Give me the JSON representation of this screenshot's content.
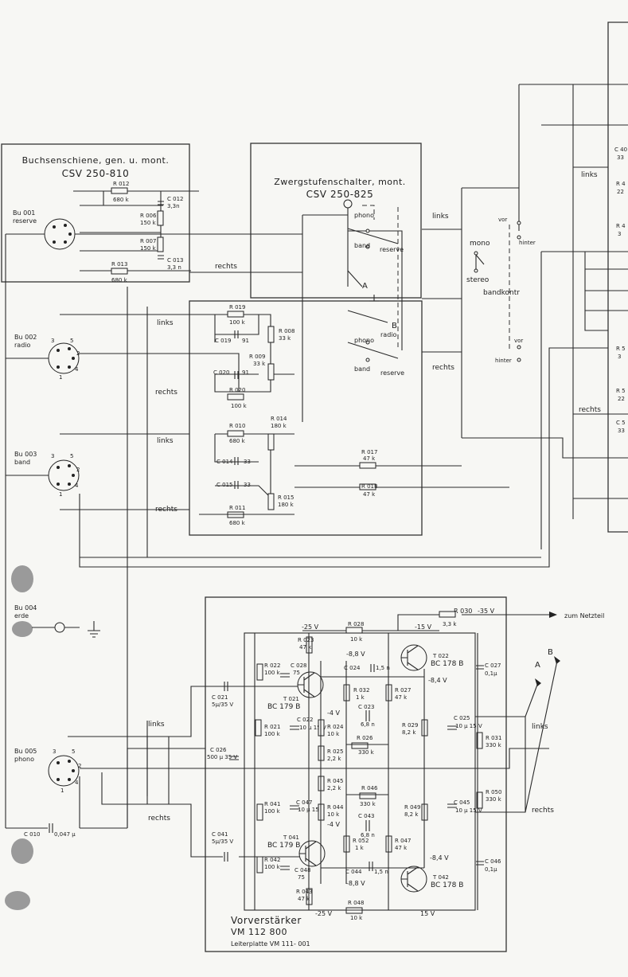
{
  "modules": {
    "buchsenschiene": {
      "title": "Buchsenschiene, gen. u. mont.",
      "code": "CSV 250-810"
    },
    "zwergstufenschalter": {
      "title": "Zwergstufenschalter, mont.",
      "code": "CSV 250-825"
    },
    "vorverstaerker": {
      "title": "Vorverstärker",
      "code": "VM 112  800",
      "board": "Leiterplatte VM 111- 001"
    }
  },
  "sockets": {
    "bu001": {
      "name": "Bu 001",
      "label": "reserve"
    },
    "bu002": {
      "name": "Bu 002",
      "label": "radio"
    },
    "bu003": {
      "name": "Bu 003",
      "label": "band"
    },
    "bu004": {
      "name": "Bu 004",
      "label": "erde"
    },
    "bu005": {
      "name": "Bu 005",
      "label": "phono"
    }
  },
  "switch_labels": {
    "phono": "phono",
    "band": "band",
    "reserve": "reserve",
    "radio": "radio",
    "mono": "mono",
    "stereo": "stereo",
    "bandkontr": "bandkontr",
    "vor": "vor",
    "hinter": "hinter",
    "A": "A",
    "B": "B"
  },
  "channel_labels": {
    "links": "links",
    "rechts": "rechts"
  },
  "supply": {
    "minus35": "-35 V",
    "to_psu": "zum Netzteil",
    "minus25": "-25 V",
    "minus15": "-15 V",
    "v15": "15 V"
  },
  "components": {
    "r012": [
      "R 012",
      "680 k"
    ],
    "c012": [
      "C 012",
      "3,3n"
    ],
    "r006": [
      "R 006",
      "150 k"
    ],
    "r007": [
      "R 007",
      "150 k"
    ],
    "c013": [
      "C 013",
      "3,3 n"
    ],
    "r013": [
      "R 013",
      "680 k"
    ],
    "r019": [
      "R 019",
      "100 k"
    ],
    "c019": [
      "C 019",
      "91"
    ],
    "r008": [
      "R 008",
      "33 k"
    ],
    "r009": [
      "R 009",
      "33 k"
    ],
    "c020": [
      "C 020",
      "91"
    ],
    "r020": [
      "R 020",
      "100 k"
    ],
    "r010": [
      "R 010",
      "680 k"
    ],
    "r014": [
      "R 014",
      "180 k"
    ],
    "c014": [
      "C 014",
      "33"
    ],
    "c015": [
      "C 015",
      "33"
    ],
    "r015": [
      "R 015",
      "180 k"
    ],
    "r011": [
      "R 011",
      "680 k"
    ],
    "r017": [
      "R 017",
      "47 k"
    ],
    "r018": [
      "R 018",
      "47 k"
    ],
    "r028": [
      "R 028",
      "10 k"
    ],
    "r030": [
      "R 030",
      "3,3 k"
    ],
    "r023": [
      "R 023",
      "47 k"
    ],
    "r022": [
      "R 022",
      "100 k"
    ],
    "c028": [
      "C 028",
      "75"
    ],
    "c024": [
      "C 024",
      "1,5 n"
    ],
    "c027": [
      "C 027",
      "0,1µ"
    ],
    "r032": [
      "R 032",
      "1 k"
    ],
    "r027": [
      "R 027",
      "47 k"
    ],
    "c023": [
      "C 023",
      "6,8 n"
    ],
    "c021": [
      "C 021",
      "5µ/35 V"
    ],
    "r021": [
      "R 021",
      "100 k"
    ],
    "c022": [
      "C 022",
      "10 µ 15 V"
    ],
    "r024": [
      "R 024",
      "10 k"
    ],
    "r026": [
      "R 026",
      "330 k"
    ],
    "r029": [
      "R 029",
      "8,2 k"
    ],
    "c025": [
      "C 025",
      "10 µ 15 V"
    ],
    "r031": [
      "R 031",
      "330 k"
    ],
    "r025": [
      "R 025",
      "2,2 k"
    ],
    "c026": [
      "C 026",
      "500 µ 35 V"
    ],
    "r045": [
      "R 045",
      "2,2 k"
    ],
    "r046": [
      "R 046",
      "330 k"
    ],
    "r041": [
      "R 041",
      "100 k"
    ],
    "c047": [
      "C 047",
      "10 µ 15 V"
    ],
    "r044": [
      "R 044",
      "10 k"
    ],
    "c043": [
      "C 043",
      "6,8 n"
    ],
    "r049": [
      "R 049",
      "8,2 k"
    ],
    "c045": [
      "C 045",
      "10 µ 15 V"
    ],
    "r050": [
      "R 050",
      "330 k"
    ],
    "c041": [
      "C 041",
      "5µ/35 V"
    ],
    "r052": [
      "R 052",
      "1 k"
    ],
    "r047": [
      "R 047",
      "47 k"
    ],
    "r042": [
      "R 042",
      "100 k"
    ],
    "c048": [
      "C 048",
      "75"
    ],
    "c044": [
      "C 044",
      "1,5 n"
    ],
    "c046": [
      "C 046",
      "0,1µ"
    ],
    "r043": [
      "R 043",
      "47 k"
    ],
    "r048": [
      "R 048",
      "10 k"
    ],
    "c010": [
      "C 010",
      "0,047 µ"
    ]
  },
  "transistors": {
    "t021": [
      "T 021",
      "BC 179 B"
    ],
    "t022": [
      "T 022",
      "BC 178 B"
    ],
    "t041": [
      "T 041",
      "BC 179 B"
    ],
    "t042": [
      "T 042",
      "BC 178 B"
    ]
  },
  "voltages": {
    "v1": "-8,8 V",
    "v2": "-8,4 V",
    "v3": "-4 V",
    "v4": "-4 V",
    "v5": "-8,4 V",
    "v6": "-8,8 V"
  },
  "right_fragments": [
    "C 40",
    "33",
    "R 4",
    "22",
    "R 4",
    "3",
    "R 5",
    "3",
    "R 5",
    "22",
    "C 5",
    "33"
  ],
  "pins": [
    "1",
    "2",
    "3",
    "4",
    "5"
  ]
}
